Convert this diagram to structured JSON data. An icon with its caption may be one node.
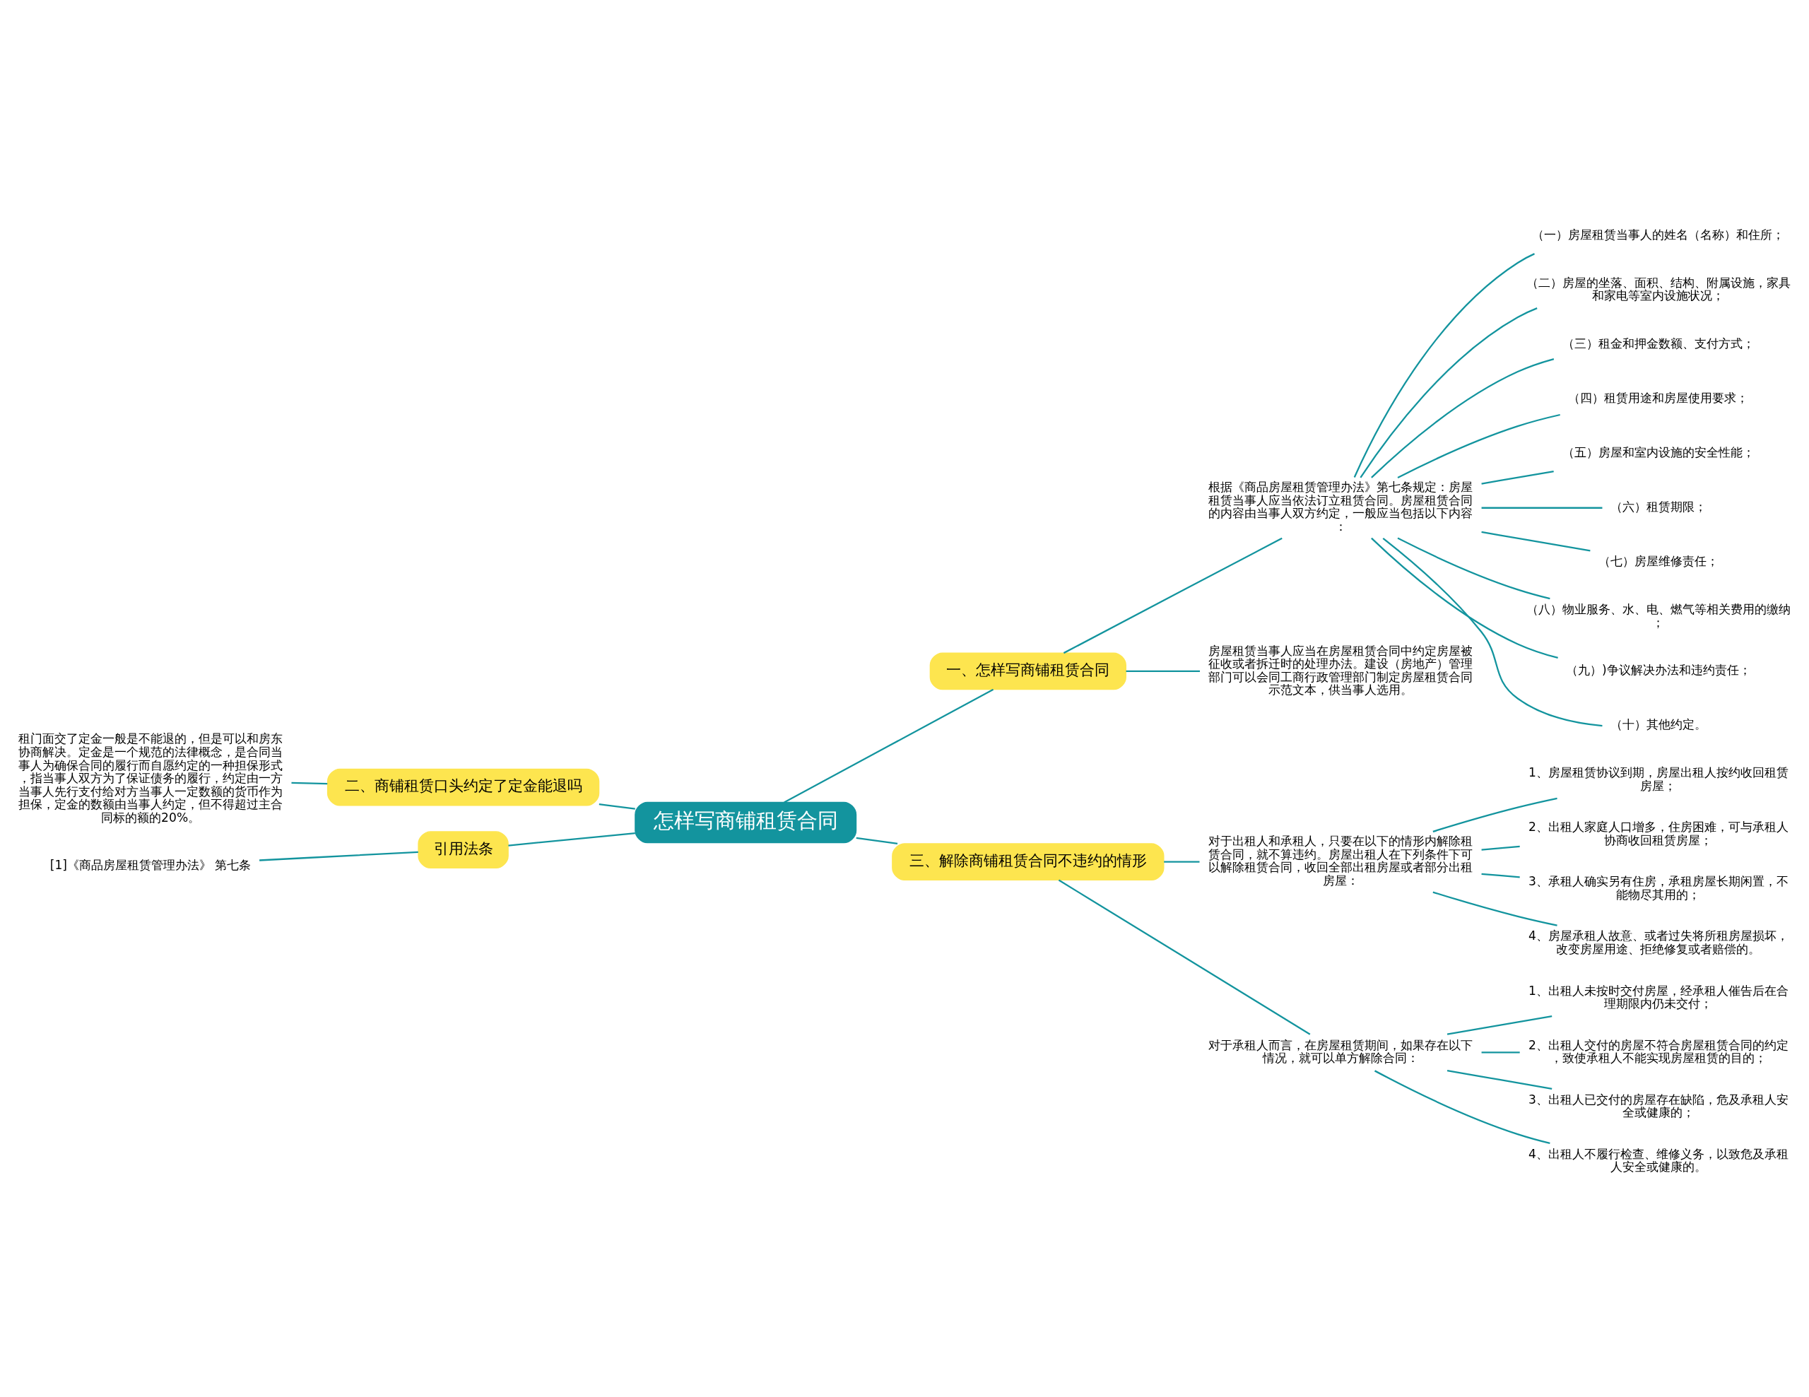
{
  "diagram": {
    "nodes": [
      {
        "text": [
          "怎样写商铺租赁合同"
        ]
      },
      {
        "text": [
          "一、怎样写商铺租赁合同"
        ]
      },
      {
        "text": [
          "根据《商品房屋租赁管理办法》第七条规定：房屋租赁当事人应当依法订立租赁合同。房屋租赁合同的内容由当事人双方约定，一般应当包括以下内容："
        ]
      },
      {
        "text": [
          "（一）房屋租赁当事人的姓名（名称）和住所；"
        ]
      },
      {
        "text": [
          "（二）房屋的坐落、面积、结构、附属设施，家具和家电等室内设施状况；"
        ]
      },
      {
        "text": [
          "（三）租金和押金数额、支付方式；"
        ]
      },
      {
        "text": [
          "（四）租赁用途和房屋使用要求；"
        ]
      },
      {
        "text": [
          "（五）房屋和室内设施的安全性能；"
        ]
      },
      {
        "text": [
          "（六）租赁期限；"
        ]
      },
      {
        "text": [
          "（七）房屋维修责任；"
        ]
      },
      {
        "text": [
          "（八）物业服务、水、电、燃气等相关费用的缴纳；"
        ]
      },
      {
        "text": [
          "（九）)争议解决办法和违约责任；"
        ]
      },
      {
        "text": [
          "（十）其他约定。"
        ]
      },
      {
        "text": [
          "房屋租赁当事人应当在房屋租赁合同中约定房屋被征收或者拆迁时的处理办法。建设（房地产）管理部门可以会同工商行政管理部门制定房屋租赁合同示范文本，供当事人选用。"
        ]
      },
      {
        "text": [
          "三、解除商铺租赁合同不违约的情形"
        ]
      },
      {
        "text": [
          "对于出租人和承租人，只要在以下的情形内解除租赁合同，就不算违约。房屋出租人在下列条件下可以解除租赁合同，收回全部出租房屋或者部分出租房屋："
        ]
      },
      {
        "text": [
          "1、房屋租赁协议到期，房屋出租人按约收回租赁房屋；"
        ]
      },
      {
        "text": [
          "2、出租人家庭人口增多，住房困难，可与承租人协商收回租赁房屋；"
        ]
      },
      {
        "text": [
          "3、承租人确实另有住房，承租房屋长期闲置，不能物尽其用的；"
        ]
      },
      {
        "text": [
          "4、房屋承租人故意、或者过失将所租房屋损坏，改变房屋用途、拒绝修复或者赔偿的。"
        ]
      },
      {
        "text": [
          "对于承租人而言，在房屋租赁期间，如果存在以下情况，就可以单方解除合同："
        ]
      },
      {
        "text": [
          "1、出租人未按时交付房屋，经承租人催告后在合理期限内仍未交付；"
        ]
      },
      {
        "text": [
          "2、出租人交付的房屋不符合房屋租赁合同的约定，致使承租人不能实现房屋租赁的目的；"
        ]
      },
      {
        "text": [
          "3、出租人已交付的房屋存在缺陷，危及承租人安全或健康的；"
        ]
      },
      {
        "text": [
          "4、出租人不履行检查、维修义务，以致危及承租人安全或健康的。"
        ]
      },
      {
        "text": [
          "二、商铺租赁口头约定了定金能退吗"
        ]
      },
      {
        "text": [
          "租门面交了定金一般是不能退的，但是可以和房东协商解决。定金是一个规范的法律概念，是合同当事人为确保合同的履行而自愿约定的一种担保形式，指当事人双方为了保证债务的履行，约定由一方当事人先行支付给对方当事人一定数额的货币作为担保，定金的数额由当事人约定，但不得超过主合同标的额的20%。"
        ]
      },
      {
        "text": [
          "引用法条"
        ]
      },
      {
        "text": [
          "[1]《商品房屋租赁管理办法》 第七条"
        ]
      }
    ],
    "edges": [
      {
        "from": 0,
        "to": 1,
        "arrow": "none"
      },
      {
        "from": 1,
        "to": 2,
        "arrow": "none"
      },
      {
        "from": 2,
        "to": 3,
        "arrow": "none"
      },
      {
        "from": 2,
        "to": 4,
        "arrow": "none"
      },
      {
        "from": 2,
        "to": 5,
        "arrow": "none"
      },
      {
        "from": 2,
        "to": 6,
        "arrow": "none"
      },
      {
        "from": 2,
        "to": 7,
        "arrow": "none"
      },
      {
        "from": 2,
        "to": 8,
        "arrow": "none"
      },
      {
        "from": 2,
        "to": 9,
        "arrow": "none"
      },
      {
        "from": 2,
        "to": 10,
        "arrow": "none"
      },
      {
        "from": 2,
        "to": 11,
        "arrow": "none"
      },
      {
        "from": 2,
        "to": 12,
        "arrow": "none"
      },
      {
        "from": 1,
        "to": 13,
        "arrow": "none"
      },
      {
        "from": 0,
        "to": 14,
        "arrow": "none"
      },
      {
        "from": 14,
        "to": 15,
        "arrow": "none"
      },
      {
        "from": 15,
        "to": 16,
        "arrow": "none"
      },
      {
        "from": 15,
        "to": 17,
        "arrow": "none"
      },
      {
        "from": 15,
        "to": 18,
        "arrow": "none"
      },
      {
        "from": 15,
        "to": 19,
        "arrow": "none"
      },
      {
        "from": 14,
        "to": 20,
        "arrow": "none"
      },
      {
        "from": 20,
        "to": 21,
        "arrow": "none"
      },
      {
        "from": 20,
        "to": 22,
        "arrow": "none"
      },
      {
        "from": 20,
        "to": 23,
        "arrow": "none"
      },
      {
        "from": 20,
        "to": 24,
        "arrow": "none"
      },
      {
        "from": 0,
        "to": 25,
        "arrow": "none"
      },
      {
        "from": 25,
        "to": 26,
        "arrow": "none"
      },
      {
        "from": 0,
        "to": 27,
        "arrow": "none"
      },
      {
        "from": 27,
        "to": 28,
        "arrow": "none"
      }
    ]
  }
}
